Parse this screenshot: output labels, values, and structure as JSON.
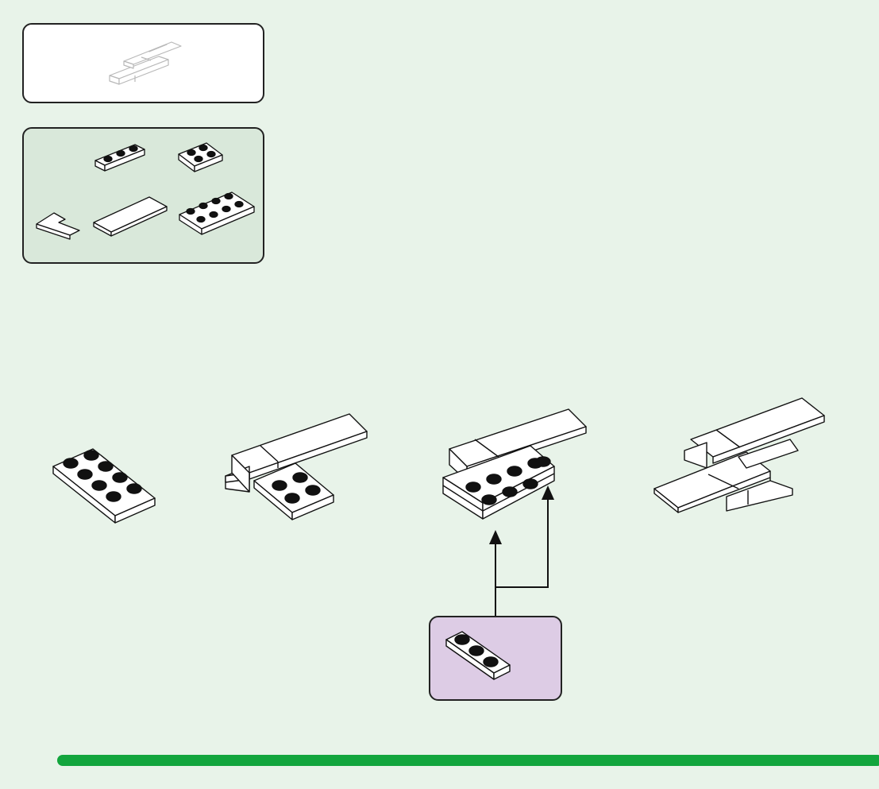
{
  "page": {
    "background_color": "#e8f3e9",
    "accent_color": "#12a53d"
  },
  "preview_panel": {
    "background_color": "#ffffff",
    "content": "completed-model-preview"
  },
  "parts_panel": {
    "background_color": "#d9e8da",
    "parts": [
      {
        "name": "plate-1x3",
        "studs": 3
      },
      {
        "name": "plate-2x2",
        "studs": 4
      },
      {
        "name": "tile-corner",
        "studs": 0
      },
      {
        "name": "tile-2x4",
        "studs": 0
      },
      {
        "name": "plate-2x4",
        "studs": 8
      }
    ]
  },
  "steps": [
    {
      "name": "step-1",
      "content": "plate-2x4"
    },
    {
      "name": "step-2",
      "content": "add-tiles"
    },
    {
      "name": "step-3",
      "content": "insert-plate-1x3"
    },
    {
      "name": "step-4",
      "content": "finished-model"
    }
  ],
  "insert_callout": {
    "background_color": "#ddcce5",
    "part": "plate-1x3",
    "arrows": 2
  },
  "progress_bar": {
    "color": "#12a53d",
    "fill": 1.0
  }
}
